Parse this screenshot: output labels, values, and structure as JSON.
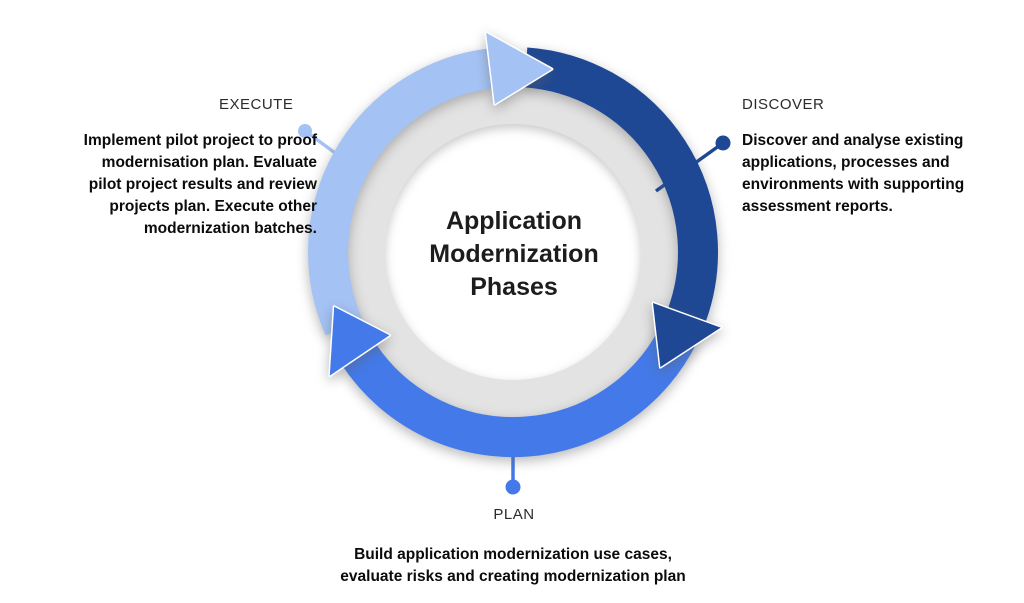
{
  "title": {
    "lines": [
      "Application",
      "Modernization",
      "Phases"
    ]
  },
  "phases": [
    {
      "label": "EXECUTE",
      "color": "#A4C2F4",
      "desc_lines": [
        "Implement pilot project to proof",
        "modernisation plan. Evaluate",
        "pilot project results and review",
        "projects plan. Execute other",
        "modernization batches."
      ]
    },
    {
      "label": "DISCOVER",
      "color": "#1E4894",
      "desc_lines": [
        "Discover and analyse existing",
        "applications, processes and",
        "environments with supporting",
        "assessment reports."
      ]
    },
    {
      "label": "PLAN",
      "color": "#4379E8",
      "desc_lines": [
        "Build application modernization use cases,",
        "evaluate risks and creating modernization plan"
      ]
    }
  ],
  "colors": {
    "ring": "#E3E3E3",
    "center_circle": "#FFFFFF",
    "background": "#FFFFFF",
    "heading_text": "#2B2B2B",
    "body_text": "#0B0B0B"
  }
}
